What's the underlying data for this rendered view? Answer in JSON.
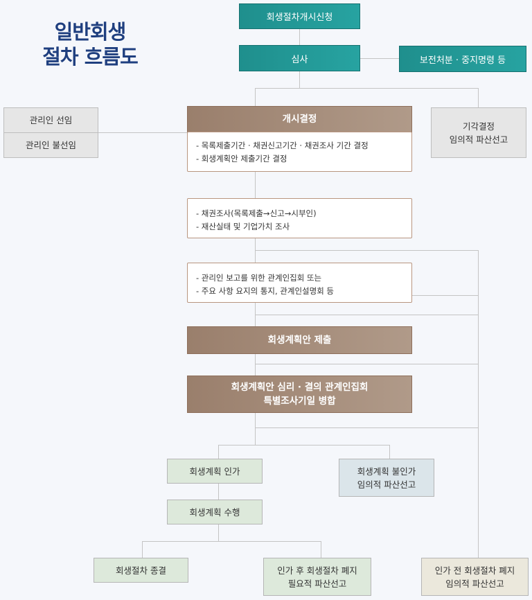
{
  "title": {
    "line1": "일반회생",
    "line2": "절차 흐름도"
  },
  "nodes": {
    "petition": "회생절차개시신청",
    "review": "심사",
    "preservation": "보전처분 · 중지명령 등",
    "trustee_appoint": "관리인 선임",
    "trustee_none": "관리인 불선임",
    "commencement": "개시결정",
    "commencement_details": [
      "- 목록제출기간 · 채권신고기간 · 채권조사  기간 결정",
      "- 회생계획안 제출기간 결정"
    ],
    "dismissal": [
      "기각결정",
      "임의적 파산선고"
    ],
    "claims": [
      "- 채권조사(목록제출→신고→시부인)",
      "- 재산실태 및 기업가치 조사"
    ],
    "meeting": [
      "- 관리인 보고를 위한 관계인집회 또는",
      "- 주요 사항 요지의 통지, 관계인설명회 등"
    ],
    "plan_submit": "회생계획안 제출",
    "plan_hearing": [
      "회생계획안 심리 · 결의 관계인집회",
      "특별조사기일 병합"
    ],
    "approval": "회생계획 인가",
    "rejection": [
      "회생계획 불인가",
      "임의적 파산선고"
    ],
    "execution": "회생계획 수행",
    "termination": "회생절차 종결",
    "abolish_after": [
      "인가 후 회생절차 폐지",
      "필요적 파산선고"
    ],
    "abolish_before": [
      "인가 전 회생절차 폐지",
      "임의적 파산선고"
    ]
  }
}
